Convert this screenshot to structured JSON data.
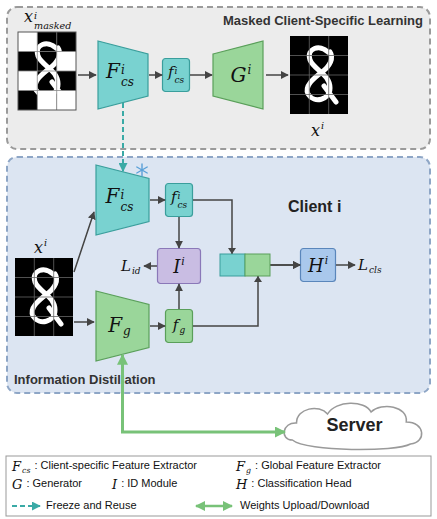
{
  "diagram": {
    "nodes": [
      {
        "text": [
          "Masked Client-Specific Learning"
        ]
      },
      {
        "text": [
          "F",
          "i",
          "cs"
        ],
        "in": 0
      },
      {
        "text": [
          "f",
          "i",
          "cs"
        ],
        "in": 0
      },
      {
        "text": [
          "G",
          "i"
        ],
        "in": 0
      },
      {
        "text": [
          "Client i",
          "Information Distillation"
        ]
      },
      {
        "text": [
          "F",
          "i",
          "cs"
        ],
        "in": 4
      },
      {
        "text": [
          "f",
          "i",
          "cs"
        ],
        "in": 4
      },
      {
        "text": [
          "I",
          "i"
        ],
        "in": 4
      },
      {
        "text": [
          "F",
          "g"
        ],
        "in": 4
      },
      {
        "text": [
          "f",
          "g"
        ],
        "in": 4
      },
      {
        "text": [
          "H",
          "i"
        ],
        "in": 4
      },
      {
        "text": [
          "Server"
        ]
      }
    ],
    "edges": [
      {
        "from": 1,
        "to": 2,
        "arrow": "to"
      },
      {
        "from": 2,
        "to": 3,
        "arrow": "to"
      },
      {
        "from": 1,
        "to": 5,
        "arrow": "to"
      },
      {
        "from": 5,
        "to": 6,
        "arrow": "to"
      },
      {
        "from": 6,
        "to": 7,
        "arrow": "to"
      },
      {
        "from": 8,
        "to": 9,
        "arrow": "to"
      },
      {
        "from": 9,
        "to": 7,
        "arrow": "to"
      },
      {
        "from": 6,
        "to": 10,
        "arrow": "to"
      },
      {
        "from": 9,
        "to": 10,
        "arrow": "to"
      },
      {
        "from": 8,
        "to": 11,
        "arrow": "both"
      }
    ],
    "labels": [
      "x",
      "i",
      "masked",
      "x",
      "i",
      "x",
      "i",
      "L",
      "id",
      "L",
      "cls",
      "F",
      "cs",
      ": Client-specific Feature Extractor",
      "F",
      "g",
      ": Global Feature Extractor",
      "G",
      ": Generator",
      "I",
      ": ID Module",
      "H",
      ": Classification Head"
    ],
    "legend": [
      {
        "text": "Freeze and Reuse"
      },
      {
        "text": "Weights Upload/Download"
      }
    ]
  }
}
